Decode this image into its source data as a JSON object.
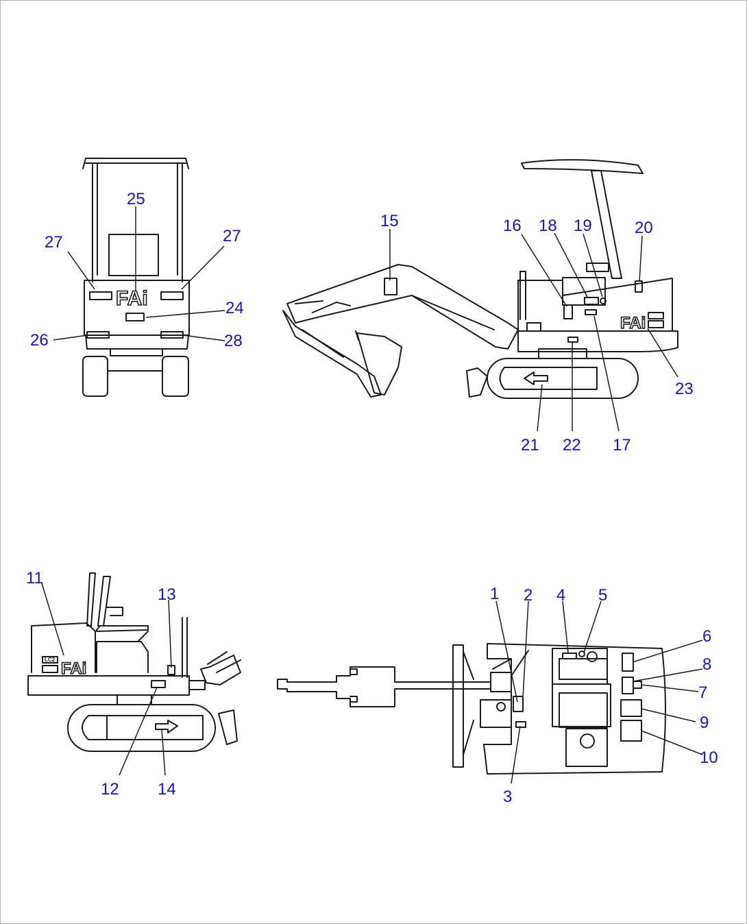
{
  "brand": "FAi",
  "badge": "LC2",
  "callouts": {
    "front_view": [
      "25",
      "27",
      "27",
      "24",
      "26",
      "28"
    ],
    "side_view": [
      "15",
      "16",
      "18",
      "19",
      "20",
      "23",
      "21",
      "22",
      "17"
    ],
    "rear_view": [
      "11",
      "13",
      "12",
      "14"
    ],
    "top_view": [
      "1",
      "2",
      "4",
      "5",
      "6",
      "8",
      "7",
      "9",
      "10",
      "3"
    ]
  }
}
